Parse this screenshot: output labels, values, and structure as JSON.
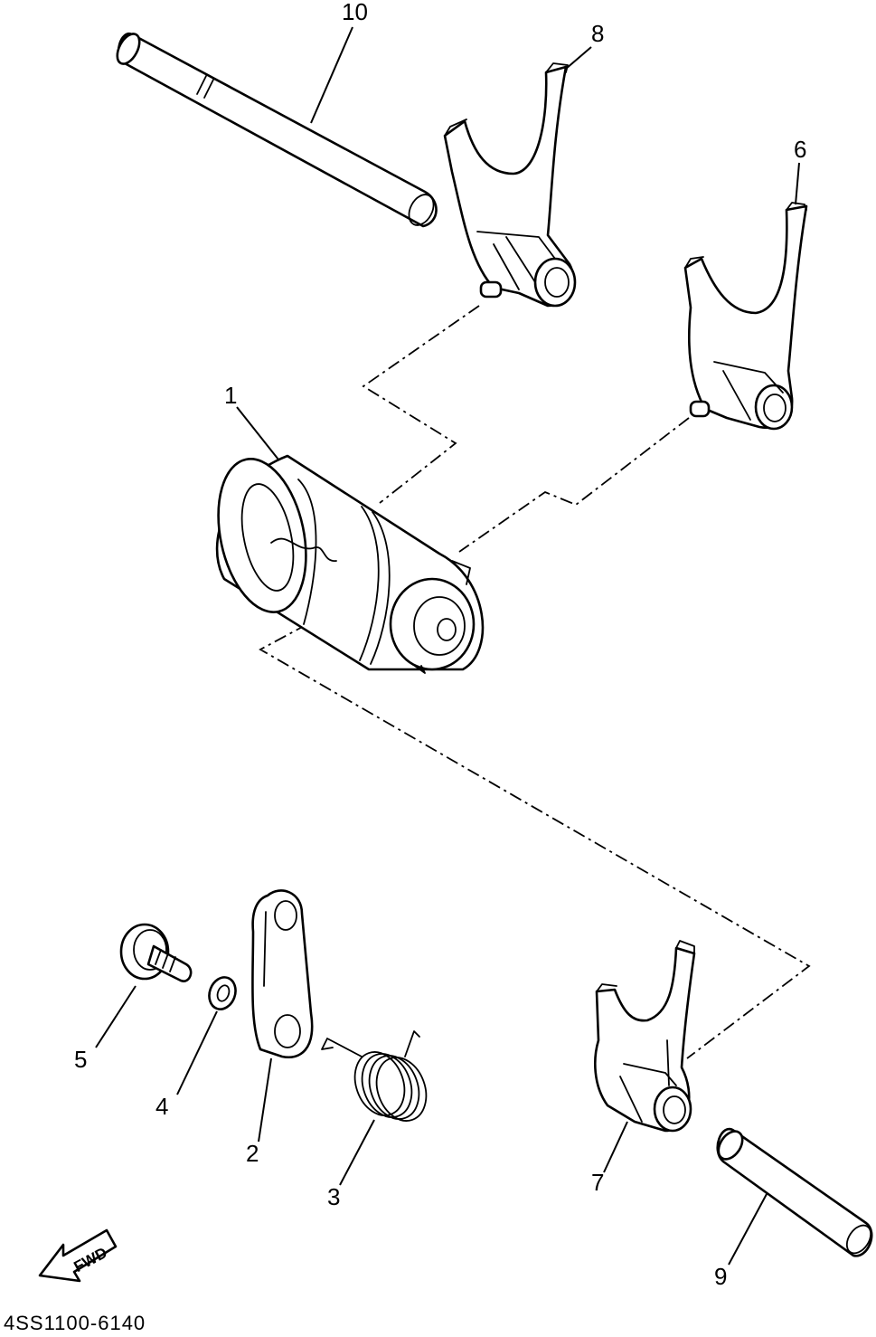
{
  "diagram": {
    "drawing_code": "4SS1100-6140",
    "fwd_label": "FWD",
    "parts": [
      {
        "callout": "1",
        "part": "shift-cam"
      },
      {
        "callout": "2",
        "part": "segment-plate"
      },
      {
        "callout": "3",
        "part": "torsion-spring"
      },
      {
        "callout": "4",
        "part": "washer"
      },
      {
        "callout": "5",
        "part": "bolt"
      },
      {
        "callout": "6",
        "part": "shift-fork"
      },
      {
        "callout": "7",
        "part": "shift-fork"
      },
      {
        "callout": "8",
        "part": "shift-fork"
      },
      {
        "callout": "9",
        "part": "guide-bar"
      },
      {
        "callout": "10",
        "part": "guide-bar"
      }
    ],
    "icons": [
      "fwd-arrow-icon"
    ]
  }
}
